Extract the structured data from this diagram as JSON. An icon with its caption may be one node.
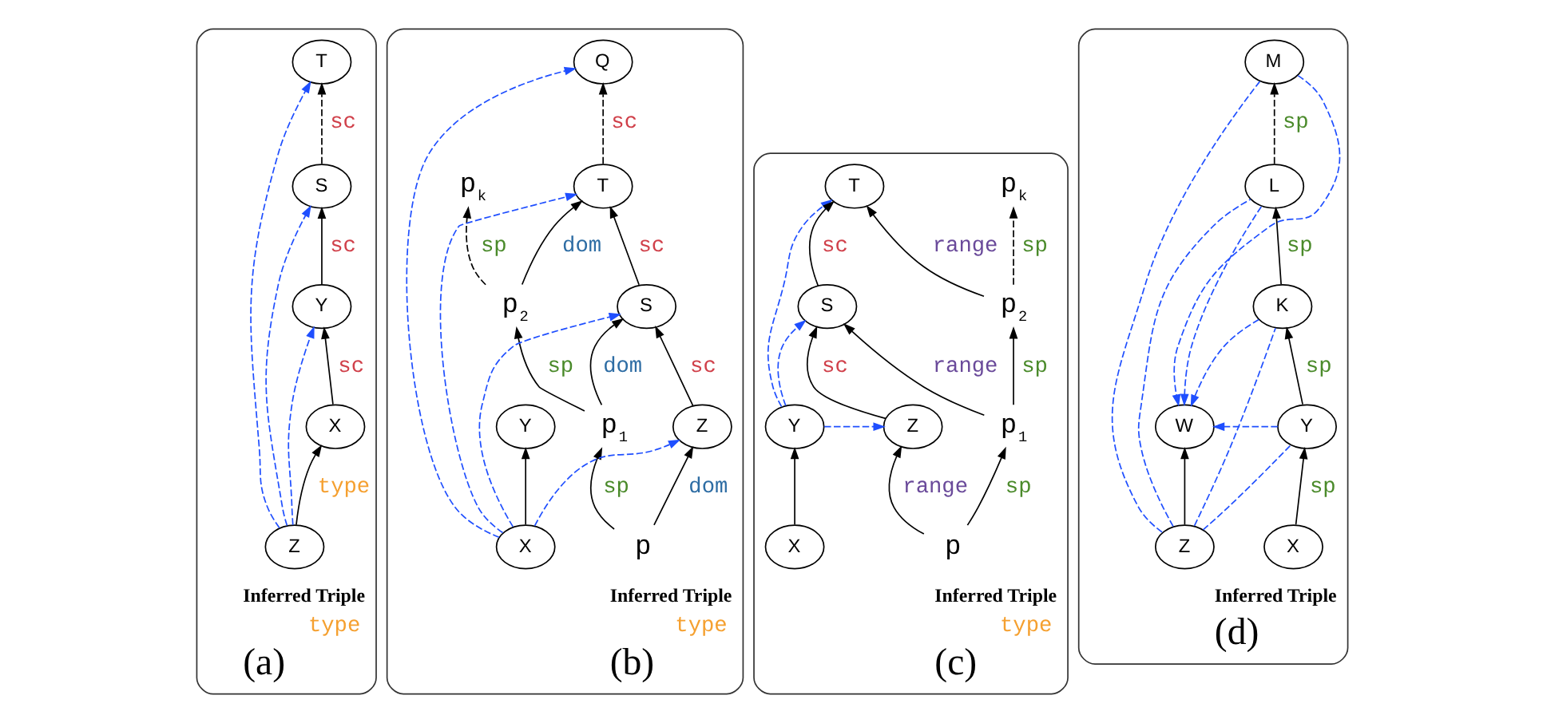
{
  "diagram": {
    "nodes": [
      {
        "text": [
          "Inferred Triple",
          "type",
          "(a)"
        ]
      },
      {
        "text": [
          "T"
        ],
        "in": 0
      },
      {
        "text": [
          "S"
        ],
        "in": 0
      },
      {
        "text": [
          "Y"
        ],
        "in": 0
      },
      {
        "text": [
          "Z"
        ],
        "in": 0
      },
      {
        "text": [
          "X"
        ],
        "in": 0
      },
      {
        "text": [
          "Inferred Triple",
          "type",
          "(b)"
        ]
      },
      {
        "text": [
          "Q"
        ],
        "in": 6
      },
      {
        "text": [
          "T"
        ],
        "in": 6
      },
      {
        "text": [
          "S"
        ],
        "in": 6
      },
      {
        "text": [
          "Z"
        ],
        "in": 6
      },
      {
        "text": [
          "p$_{k}$"
        ],
        "in": 6
      },
      {
        "text": [
          "p$_{2}$"
        ],
        "in": 6
      },
      {
        "text": [
          "p$_{1}$"
        ],
        "in": 6
      },
      {
        "text": [
          "p"
        ],
        "in": 6
      },
      {
        "text": [
          "Y"
        ],
        "in": 6
      },
      {
        "text": [
          "X"
        ],
        "in": 6
      },
      {
        "text": [
          "Inferred Triple",
          "type",
          "(c)"
        ]
      },
      {
        "text": [
          "p$_{k}$"
        ],
        "in": 17
      },
      {
        "text": [
          "p$_{2}$"
        ],
        "in": 17
      },
      {
        "text": [
          "p$_{1}$"
        ],
        "in": 17
      },
      {
        "text": [
          "Y"
        ],
        "in": 17
      },
      {
        "text": [
          "p"
        ],
        "in": 17
      },
      {
        "text": [
          "X"
        ],
        "in": 17
      },
      {
        "text": [
          "T"
        ],
        "in": 17
      },
      {
        "text": [
          "S"
        ],
        "in": 17
      },
      {
        "text": [
          "Z"
        ],
        "in": 17
      },
      {
        "text": [
          "Inferred Triple",
          "(d)"
        ]
      },
      {
        "text": [
          "M"
        ],
        "in": 27
      },
      {
        "text": [
          "L"
        ],
        "in": 27
      },
      {
        "text": [
          "W"
        ],
        "in": 27
      },
      {
        "text": [
          "K"
        ],
        "in": 27
      },
      {
        "text": [
          "X"
        ],
        "in": 27
      },
      {
        "text": [
          "Y"
        ],
        "in": 27
      },
      {
        "text": [
          "Z"
        ],
        "in": 27
      }
    ],
    "edges": [
      {
        "from": 4,
        "to": 5,
        "arrow": "to",
        "label": "type"
      },
      {
        "from": 5,
        "to": 3,
        "arrow": "to",
        "label": "sc"
      },
      {
        "from": 3,
        "to": 2,
        "arrow": "to",
        "label": "sc"
      },
      {
        "from": 2,
        "to": 1,
        "arrow": "to",
        "label": "sc",
        "style": "dashed"
      },
      {
        "from": 4,
        "to": 1,
        "arrow": "to",
        "style": "dashed",
        "color": "#1f4fff"
      },
      {
        "from": 4,
        "to": 2,
        "arrow": "to",
        "style": "dashed",
        "color": "#1f4fff"
      },
      {
        "from": 4,
        "to": 3,
        "arrow": "to",
        "style": "dashed",
        "color": "#1f4fff"
      },
      {
        "from": 8,
        "to": 7,
        "arrow": "to",
        "label": "sc",
        "style": "dashed"
      },
      {
        "from": 9,
        "to": 8,
        "arrow": "to",
        "label": "sc"
      },
      {
        "from": 10,
        "to": 9,
        "arrow": "to",
        "label": "sc"
      },
      {
        "from": 12,
        "to": 8,
        "arrow": "to",
        "label": "dom"
      },
      {
        "from": 13,
        "to": 9,
        "arrow": "to",
        "label": "dom"
      },
      {
        "from": 14,
        "to": 10,
        "arrow": "to",
        "label": "dom"
      },
      {
        "from": 13,
        "to": 12,
        "arrow": "to",
        "label": "sp"
      },
      {
        "from": 12,
        "to": 11,
        "arrow": "to",
        "label": "sp",
        "style": "dashed"
      },
      {
        "from": 14,
        "to": 13,
        "arrow": "to",
        "label": "sp"
      },
      {
        "from": 16,
        "to": 15,
        "arrow": "to"
      },
      {
        "from": 16,
        "to": 10,
        "arrow": "to",
        "style": "dashed",
        "color": "#1f4fff"
      },
      {
        "from": 16,
        "to": 9,
        "arrow": "to",
        "style": "dashed",
        "color": "#1f4fff"
      },
      {
        "from": 16,
        "to": 8,
        "arrow": "to",
        "style": "dashed",
        "color": "#1f4fff"
      },
      {
        "from": 16,
        "to": 7,
        "arrow": "to",
        "style": "dashed",
        "color": "#1f4fff"
      },
      {
        "from": 19,
        "to": 18,
        "arrow": "to",
        "label": "sp",
        "style": "dashed"
      },
      {
        "from": 20,
        "to": 19,
        "arrow": "to",
        "label": "sp"
      },
      {
        "from": 22,
        "to": 20,
        "arrow": "to",
        "label": "sp"
      },
      {
        "from": 19,
        "to": 24,
        "arrow": "to",
        "label": "range"
      },
      {
        "from": 20,
        "to": 25,
        "arrow": "to",
        "label": "range"
      },
      {
        "from": 22,
        "to": 26,
        "arrow": "to",
        "label": "range"
      },
      {
        "from": 25,
        "to": 24,
        "arrow": "to",
        "label": "sc"
      },
      {
        "from": 26,
        "to": 25,
        "arrow": "to",
        "label": "sc"
      },
      {
        "from": 23,
        "to": 21,
        "arrow": "to"
      },
      {
        "from": 21,
        "to": 24,
        "arrow": "to",
        "style": "dashed",
        "color": "#1f4fff"
      },
      {
        "from": 21,
        "to": 25,
        "arrow": "to",
        "style": "dashed",
        "color": "#1f4fff"
      },
      {
        "from": 21,
        "to": 26,
        "arrow": "to",
        "style": "dashed",
        "color": "#1f4fff"
      },
      {
        "from": 29,
        "to": 28,
        "arrow": "to",
        "label": "sp",
        "style": "dashed"
      },
      {
        "from": 31,
        "to": 29,
        "arrow": "to",
        "label": "sp"
      },
      {
        "from": 33,
        "to": 31,
        "arrow": "to",
        "label": "sp"
      },
      {
        "from": 32,
        "to": 33,
        "arrow": "to",
        "label": "sp"
      },
      {
        "from": 34,
        "to": 30,
        "arrow": "to"
      },
      {
        "from": 28,
        "to": 30,
        "arrow": "to",
        "style": "dashed",
        "color": "#1f4fff"
      },
      {
        "from": 29,
        "to": 30,
        "arrow": "to",
        "style": "dashed",
        "color": "#1f4fff"
      },
      {
        "from": 31,
        "to": 30,
        "arrow": "to",
        "style": "dashed",
        "color": "#1f4fff"
      },
      {
        "from": 33,
        "to": 30,
        "arrow": "to",
        "style": "dashed",
        "color": "#1f4fff"
      },
      {
        "from": 34,
        "to": 28,
        "arrow": "none",
        "style": "dashed",
        "color": "#1f4fff"
      },
      {
        "from": 34,
        "to": 29,
        "arrow": "none",
        "style": "dashed",
        "color": "#1f4fff"
      },
      {
        "from": 34,
        "to": 31,
        "arrow": "none",
        "style": "dashed",
        "color": "#1f4fff"
      },
      {
        "from": 34,
        "to": 33,
        "arrow": "none",
        "style": "dashed",
        "color": "#1f4fff"
      }
    ]
  }
}
